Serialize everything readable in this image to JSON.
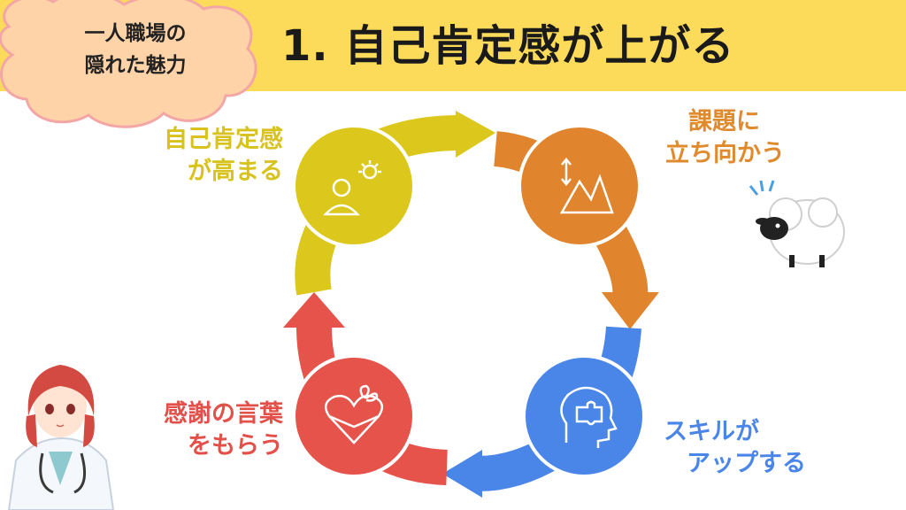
{
  "header": {
    "badge_line1": "一人職場の",
    "badge_line2": "隠れた魅力",
    "title": "1. 自己肯定感が上がる"
  },
  "cycle": {
    "stages": [
      {
        "line1": "自己肯定感",
        "line2": "が高まる",
        "color": "#dcc81c",
        "icon": "person-sun-icon"
      },
      {
        "line1": "課題に",
        "line2": "立ち向かう",
        "color": "#e0852e",
        "icon": "mountain-icon"
      },
      {
        "line1": "スキルが",
        "line2": "アップする",
        "color": "#4a86e8",
        "icon": "head-puzzle-icon"
      },
      {
        "line1": "感謝の言葉",
        "line2": "をもらう",
        "color": "#e5534b",
        "icon": "heart-gift-icon"
      }
    ]
  },
  "colors": {
    "header_band": "#fddb5a",
    "cloud_fill": "#ffd3a8"
  }
}
